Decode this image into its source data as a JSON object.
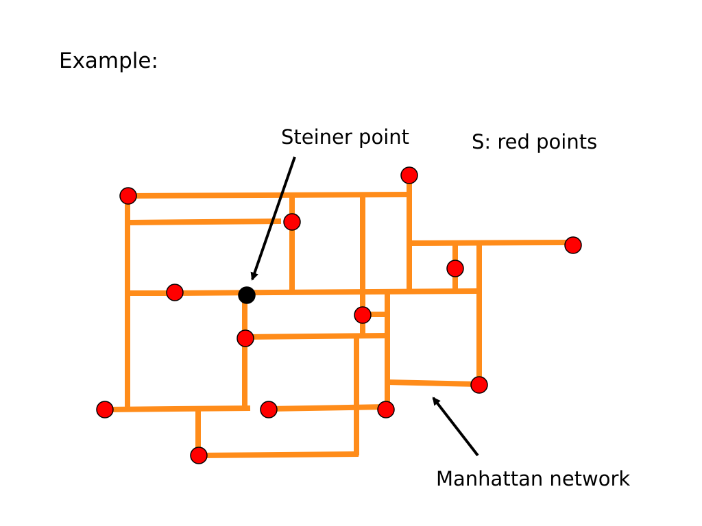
{
  "slide": {
    "title": "Example:"
  },
  "annotations": {
    "steiner_point_label": "Steiner point",
    "legend_label": "S: red points",
    "network_label": "Manhattan network"
  },
  "colors": {
    "edge": "#ff8c1a",
    "terminal_point": "#ff0000",
    "steiner_point": "#000000",
    "arrow": "#000000",
    "point_outline": "#000000"
  }
}
